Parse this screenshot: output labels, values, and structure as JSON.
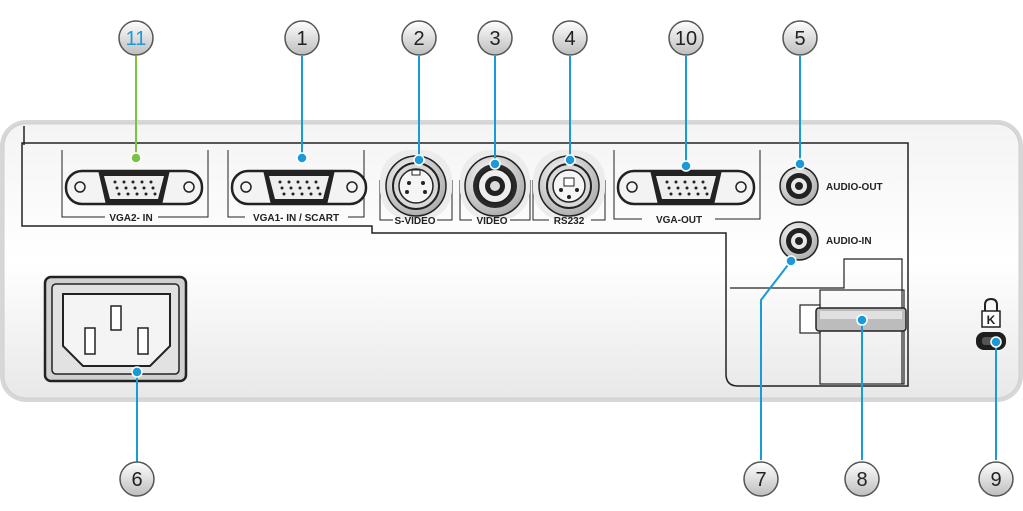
{
  "colors": {
    "leader": "#1a9bd7",
    "leader_accent": "#7cc242",
    "callout_text": "#222222",
    "callout_text_accent": "#1a9bd7",
    "panel_outline": "#222222"
  },
  "labels": {
    "vga2_in": "VGA2- IN",
    "vga1_in": "VGA1- IN / SCART",
    "s_video": "S-VIDEO",
    "video": "VIDEO",
    "rs232": "RS232",
    "vga_out": "VGA-OUT",
    "audio_out": "AUDIO-OUT",
    "audio_in": "AUDIO-IN"
  },
  "callouts": {
    "c1": "1",
    "c2": "2",
    "c3": "3",
    "c4": "4",
    "c5": "5",
    "c6": "6",
    "c7": "7",
    "c8": "8",
    "c9": "9",
    "c10": "10",
    "c11": "11"
  },
  "icons": {
    "lock": "kensington-lock-icon",
    "power": "power-socket-icon"
  }
}
